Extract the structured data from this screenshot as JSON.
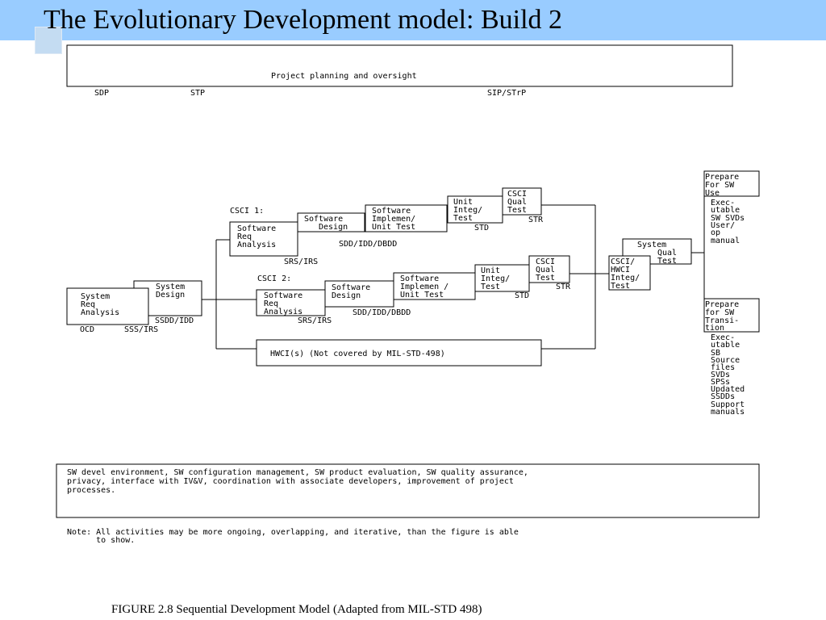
{
  "title": "The Evolutionary Development model: Build 2",
  "planning": {
    "label": "Project planning and oversight",
    "docs": [
      "SDP",
      "STP",
      "SIP/STrP"
    ]
  },
  "system": {
    "req_analysis": [
      "System",
      "Req",
      "Analysis"
    ],
    "design": [
      "System",
      "Design"
    ],
    "docs_left": "OCD",
    "docs_right": "SSS/IRS",
    "design_doc": "SSDD/IDD"
  },
  "csci1": {
    "label": "CSCI 1:",
    "req": [
      "Software",
      "Req",
      "Analysis"
    ],
    "design": [
      "Software",
      "Design"
    ],
    "impl": [
      "Software",
      "Implemen/",
      "Unit Test"
    ],
    "integ": [
      "Unit",
      "Integ/",
      "Test"
    ],
    "qual": [
      "CSCI",
      "Qual",
      "Test"
    ],
    "doc_srs": "SRS/IRS",
    "doc_sdd": "SDD/IDD/DBDD",
    "doc_std": "STD",
    "doc_str": "STR"
  },
  "csci2": {
    "label": "CSCI 2:",
    "req": [
      "Software",
      "Req",
      "Analysis"
    ],
    "design": [
      "Software",
      "Design"
    ],
    "impl": [
      "Software",
      "Implemen /",
      "Unit Test"
    ],
    "integ": [
      "Unit",
      "Integ/",
      "Test"
    ],
    "qual": [
      "CSCI",
      "Qual",
      "Test"
    ],
    "doc_srs": "SRS/IRS",
    "doc_sdd": "SDD/IDD/DBDD",
    "doc_std": "STD",
    "doc_str": "STR"
  },
  "hwci": {
    "label": "HWCI(s)  (Not covered by MIL-STD-498)"
  },
  "integration": {
    "hwci_integ": [
      "CSCI/",
      "HWCI",
      "Integ/",
      "Test"
    ],
    "system_qual": [
      "System",
      "Qual",
      "Test"
    ]
  },
  "prepare_use": {
    "label": [
      "Prepare",
      " For SW",
      " Use"
    ],
    "docs": [
      "Exec-",
      "utable",
      "SW SVDs",
      "User/",
      "op",
      "manual"
    ]
  },
  "prepare_transition": {
    "label": [
      "Prepare",
      "for SW",
      "Transi-",
      "tion"
    ],
    "docs": [
      "Exec-",
      "utable",
      "SB",
      "Source",
      "files",
      "SVDs",
      "SPSs",
      "Updated",
      "SSDDs",
      "Support",
      "manuals"
    ]
  },
  "bottom_box": [
    "SW devel environment, SW configuration management, SW product evaluation, SW quality assurance,",
    "privacy, interface with IV&V, coordination with associate developers, improvement of project",
    "processes."
  ],
  "note": [
    "Note: All activities may be more ongoing, overlapping, and iterative, than the figure is able",
    "      to show."
  ],
  "caption": "FIGURE 2.8  Sequential Development Model (Adapted from MIL-STD 498)"
}
